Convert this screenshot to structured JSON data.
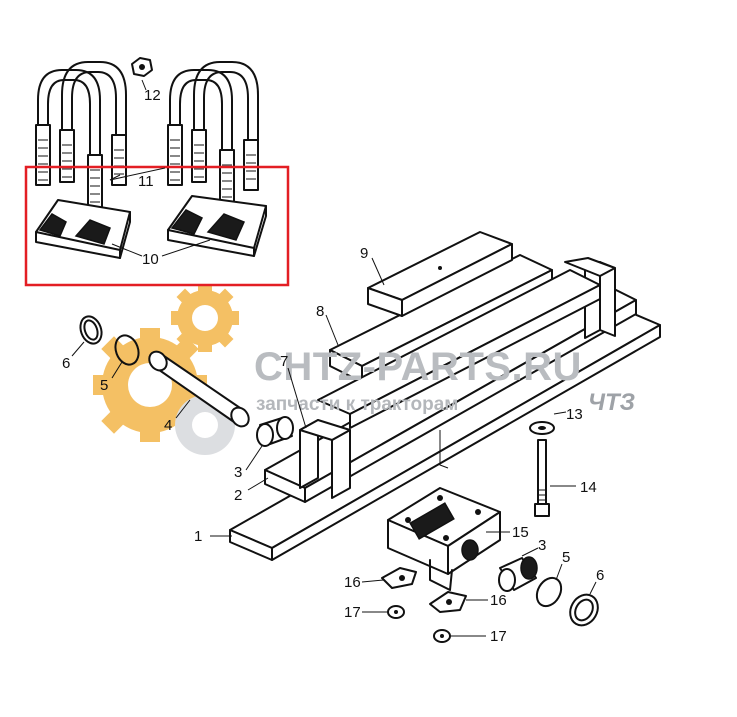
{
  "diagram": {
    "part_numbers": [
      "1",
      "2",
      "3",
      "4",
      "5",
      "6",
      "7",
      "8",
      "9",
      "10",
      "11",
      "12",
      "13",
      "14",
      "15",
      "16",
      "17"
    ],
    "highlight_color": "#e31e24",
    "highlighted_items": [
      "10",
      "11"
    ]
  },
  "callouts": {
    "c1": "1",
    "c2": "2",
    "c3a": "3",
    "c3b": "3",
    "c4": "4",
    "c5a": "5",
    "c5b": "5",
    "c6a": "6",
    "c6b": "6",
    "c7": "7",
    "c8": "8",
    "c9": "9",
    "c10": "10",
    "c11": "11",
    "c12": "12",
    "c13": "13",
    "c14": "14",
    "c15": "15",
    "c16a": "16",
    "c16b": "16",
    "c17a": "17",
    "c17b": "17"
  },
  "watermark": {
    "title": "CHTZ-PARTS.RU",
    "subtitle": "запчасти к тракторам",
    "brand": "ЧТЗ",
    "gear_color": "#f3b649"
  }
}
